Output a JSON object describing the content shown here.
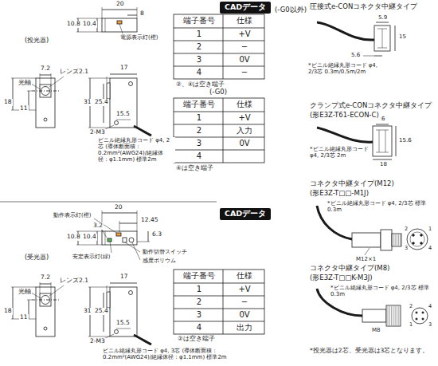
{
  "diagram": {
    "nodes": [
      {
        "text": [
          "CADデータ"
        ]
      },
      {
        "text": [
          "CADデータ"
        ]
      }
    ],
    "labels": [
      "(投光器)",
      "20",
      "8",
      "10.8",
      "10.4",
      "電源表示灯(橙)",
      "7.2",
      "光軸",
      "レンズ",
      "2.1",
      "17",
      "18",
      "11",
      "31",
      "25.4",
      "15.5",
      "2-M3",
      "ビニル絶縁丸形コード φ4, 2芯 (導体断面積：0.2mm²(AWG24)/絶縁体径：φ1.1mm) 標準2m",
      "(-G0以外)",
      "端子番号",
      "仕様",
      "1",
      "+V",
      "2",
      "−",
      "3",
      "0V",
      "4",
      "−",
      "②、④は空き端子",
      "(-G0)",
      "端子番号",
      "仕様",
      "1",
      "+V",
      "2",
      "入力",
      "3",
      "0V",
      "4",
      "④は空き端子",
      "(受光器)",
      "20",
      "12.45",
      "動作表示灯(橙)",
      "3.2",
      "6.3",
      "10.8",
      "10.4",
      "安定表示灯(緑)",
      "動作切替スイッチ",
      "感度ボリウム",
      "7.2",
      "光軸",
      "レンズ",
      "2.1",
      "17",
      "18",
      "11",
      "31",
      "25.4",
      "15.5",
      "2-M3",
      "ビニル絶縁丸形コード φ4, 3芯 (導体断面積：0.2mm²(AWG24)/絶縁体径：φ1.1mm) 標準2m",
      "端子番号",
      "仕様",
      "1",
      "+V",
      "2",
      "−",
      "3",
      "0V",
      "4",
      "出力",
      "②は空き端子",
      "圧接式e-CONコネクタ中継タイプ",
      "5.9",
      "15",
      "5.6",
      "*ビニル絶縁丸形コード φ4, 2/3芯 0.3m/0.5m/2m",
      "クランプ式e-CONコネクタ中継タイプ",
      "(形E3Z-T61-ECON-C)",
      "6",
      "15.6",
      "18",
      "*ビニル絶縁丸形コード φ4, 2/3芯 2m",
      "コネクタ中継タイプ(M12)",
      "(形E3Z-T□□-M1J)",
      "*ビニル絶縁丸形コード φ4, 2/3芯 標準0.3m",
      "M12×1",
      "1",
      "2",
      "3",
      "4",
      "コネクタ中継タイプ(M8)",
      "(形E3Z-T□□K-M3J)",
      "*ビニル絶縁丸形コード φ4, 2/3芯 標準0.3m",
      "M8",
      "1",
      "2",
      "3",
      "4",
      "*投光器は2芯、受光器は3芯となります。"
    ]
  }
}
